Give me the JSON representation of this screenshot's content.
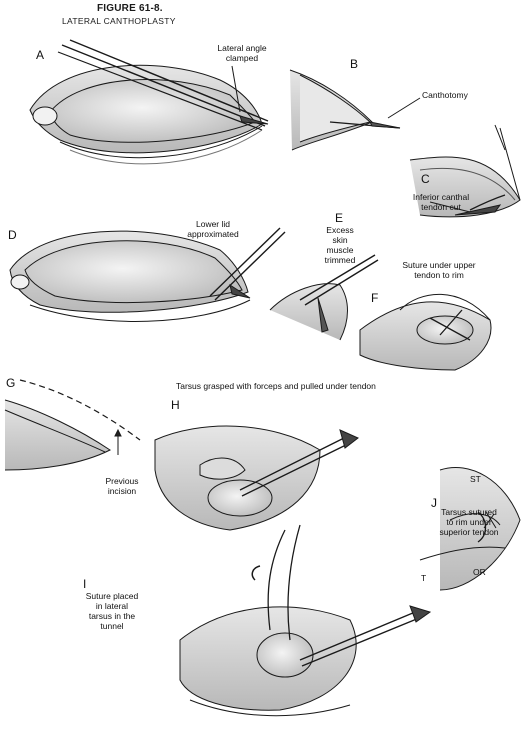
{
  "figure": {
    "number": "FIGURE 61-8.",
    "title": "LATERAL CANTHOPLASTY"
  },
  "panels": [
    {
      "letter": "A",
      "caption": "Lateral angle clamped"
    },
    {
      "letter": "B",
      "caption": "Canthotomy"
    },
    {
      "letter": "C",
      "caption": "Inferior canthal tendon cut"
    },
    {
      "letter": "D",
      "caption": "Lower lid approximated"
    },
    {
      "letter": "E",
      "caption": "Excess skin muscle trimmed"
    },
    {
      "letter": "F",
      "caption": "Suture under upper tendon to rim"
    },
    {
      "letter": "G",
      "caption": "Previous incision"
    },
    {
      "letter": "H",
      "caption": "Tarsus grasped with forceps and pulled under tendon"
    },
    {
      "letter": "I",
      "caption": "Suture placed in lateral tarsus in the tunnel"
    },
    {
      "letter": "J",
      "caption": "Tarsus sutured to rim under superior tendon"
    }
  ],
  "anatomy_labels": {
    "st": "ST",
    "or": "OR",
    "t": "T"
  },
  "colors": {
    "ink": "#1a1a1a",
    "shade": "#bdbdbd",
    "background": "#ffffff"
  }
}
